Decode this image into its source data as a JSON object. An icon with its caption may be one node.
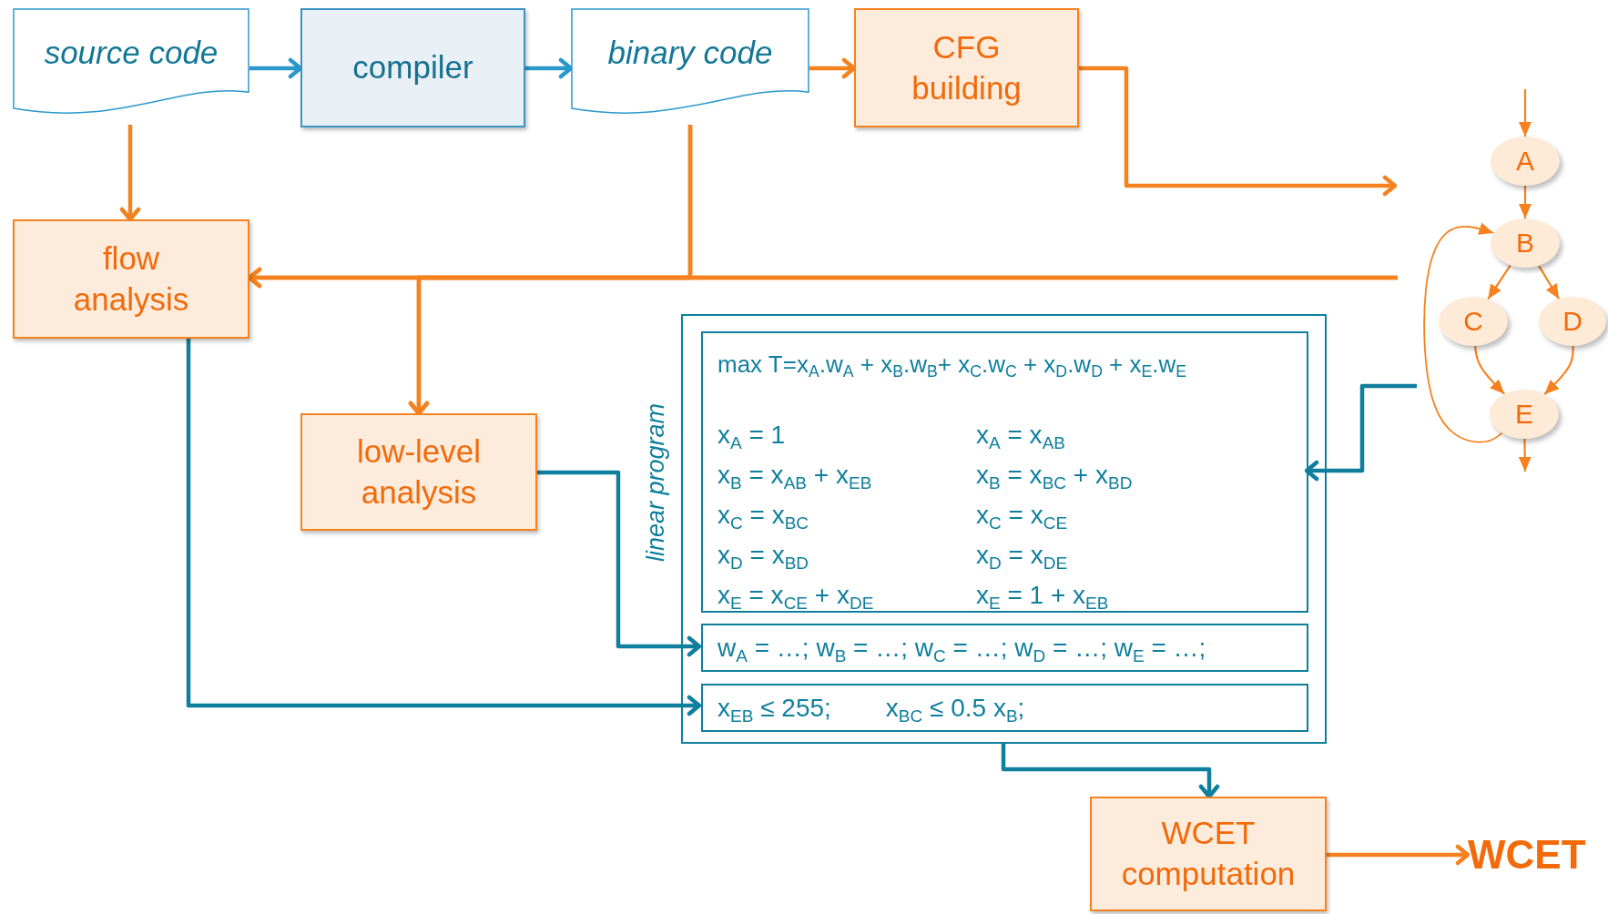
{
  "diagram": {
    "nodes": [
      {
        "text": [
          "source code"
        ]
      },
      {
        "text": [
          "compiler"
        ]
      },
      {
        "text": [
          "binary code"
        ]
      },
      {
        "text": [
          "CFG building"
        ]
      },
      {
        "text": [
          "flow analysis"
        ]
      },
      {
        "text": [
          "low-level analysis"
        ]
      },
      {
        "text": [
          "linear program"
        ]
      },
      {
        "text": [
          "max T=x$_{A}$.w$_{A}$ + x$_{B}$.w$_{B}$+ x$_{C}$.w$_{C}$ + x$_{D}$.w$_{D}$ + x$_{E}$.w$_{E}$",
          "x$_{A}$ = 1",
          "x$_{A}$ = x$_{AB}$",
          "x$_{B}$ = x$_{AB}$ + x$_{EB}$",
          "x$_{B}$ = x$_{BC}$ + x$_{BD}$",
          "x$_{C}$ = x$_{BC}$",
          "x$_{C}$ = x$_{CE}$",
          "x$_{D}$ = x$_{BD}$",
          "x$_{D}$ = x$_{DE}$",
          "x$_{E}$ = x$_{CE}$ + x$_{DE}$",
          "x$_{E}$ = 1 + x$_{EB}$"
        ],
        "in": 6
      },
      {
        "text": [
          "w$_{A}$ = …; w$_{B}$ = …; w$_{C}$ = …; w$_{D}$ = …; w$_{E}$ = …;"
        ],
        "in": 6
      },
      {
        "text": [
          "x$_{EB}$ ≤ 255;",
          "x$_{BC}$ ≤ 0.5 x$_{B}$;"
        ],
        "in": 6
      },
      {
        "text": [
          "WCET computation"
        ]
      },
      {
        "text": [
          "WCET"
        ]
      },
      {
        "text": [
          "A"
        ]
      },
      {
        "text": [
          "B"
        ]
      },
      {
        "text": [
          "C"
        ]
      },
      {
        "text": [
          "D"
        ]
      },
      {
        "text": [
          "E"
        ]
      }
    ],
    "edges": [
      {
        "from": 0,
        "to": 1,
        "arrow": "to",
        "color": "#2b98cc"
      },
      {
        "from": 1,
        "to": 2,
        "arrow": "to",
        "color": "#2b98cc"
      },
      {
        "from": 2,
        "to": 3,
        "arrow": "to"
      },
      {
        "from": 3,
        "to": null,
        "arrow": "to"
      },
      {
        "from": 0,
        "to": 4,
        "arrow": "to"
      },
      {
        "from": 2,
        "to": 4,
        "arrow": "to"
      },
      {
        "from": 2,
        "to": 5,
        "arrow": "to"
      },
      {
        "from": null,
        "to": 4,
        "arrow": "to"
      },
      {
        "from": null,
        "to": 5,
        "arrow": "to"
      },
      {
        "from": 4,
        "to": 9,
        "arrow": "to",
        "color": "#0f7f9e"
      },
      {
        "from": 5,
        "to": 8,
        "arrow": "to",
        "color": "#0f7f9e"
      },
      {
        "from": null,
        "to": 7,
        "arrow": "to",
        "color": "#0f7f9e"
      },
      {
        "from": 6,
        "to": 10,
        "arrow": "to",
        "color": "#0f7f9e"
      },
      {
        "from": 10,
        "to": 11,
        "arrow": "to"
      },
      {
        "from": null,
        "to": 12,
        "arrow": "to"
      },
      {
        "from": 12,
        "to": 13,
        "arrow": "to"
      },
      {
        "from": 13,
        "to": 14,
        "arrow": "to"
      },
      {
        "from": 13,
        "to": 15,
        "arrow": "to"
      },
      {
        "from": 14,
        "to": 16,
        "arrow": "to"
      },
      {
        "from": 15,
        "to": 16,
        "arrow": "to"
      },
      {
        "from": 16,
        "to": 13,
        "arrow": "to"
      },
      {
        "from": 16,
        "to": null,
        "arrow": "to"
      }
    ]
  }
}
